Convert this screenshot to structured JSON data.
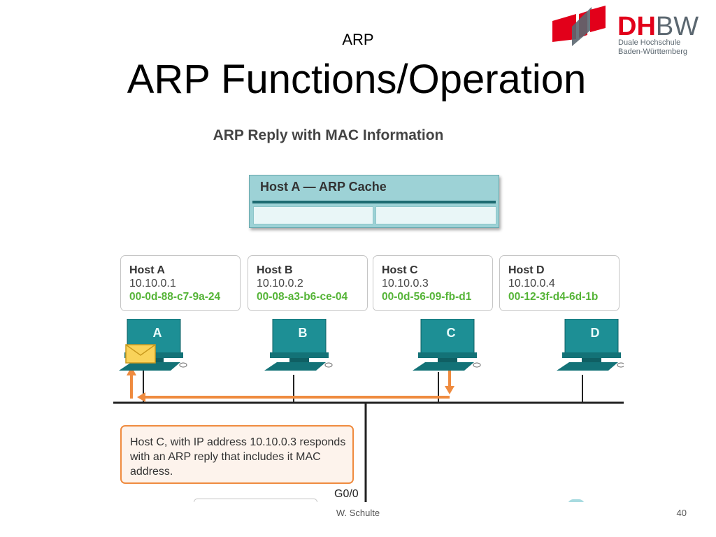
{
  "slide": {
    "subtitle": "ARP",
    "title": "ARP Functions/Operation",
    "footer_author": "W. Schulte",
    "page_number": "40"
  },
  "logo": {
    "dh": "DH",
    "bw": "BW",
    "line1": "Duale Hochschule",
    "line2": "Baden-Württemberg",
    "red": "#e2001a",
    "gray": "#5b6770"
  },
  "diagram": {
    "heading": "ARP Reply with MAC Information",
    "arp_cache": {
      "title": "Host A — ARP Cache",
      "entries": [
        [
          "",
          ""
        ]
      ]
    },
    "hosts": [
      {
        "name": "Host A",
        "ip": "10.10.0.1",
        "mac": "00-0d-88-c7-9a-24",
        "letter": "A"
      },
      {
        "name": "Host B",
        "ip": "10.10.0.2",
        "mac": "00-08-a3-b6-ce-04",
        "letter": "B"
      },
      {
        "name": "Host C",
        "ip": "10.10.0.3",
        "mac": "00-0d-56-09-fb-d1",
        "letter": "C"
      },
      {
        "name": "Host D",
        "ip": "10.10.0.4",
        "mac": "00-12-3f-d4-6d-1b",
        "letter": "D"
      }
    ],
    "callout": "Host C, with IP address 10.10.0.3 responds with an ARP reply that includes it MAC address.",
    "router_port": "G0/0",
    "colors": {
      "teal": "#1d8f95",
      "mac_green": "#55b437",
      "arrow_orange": "#ef8b3f"
    }
  }
}
